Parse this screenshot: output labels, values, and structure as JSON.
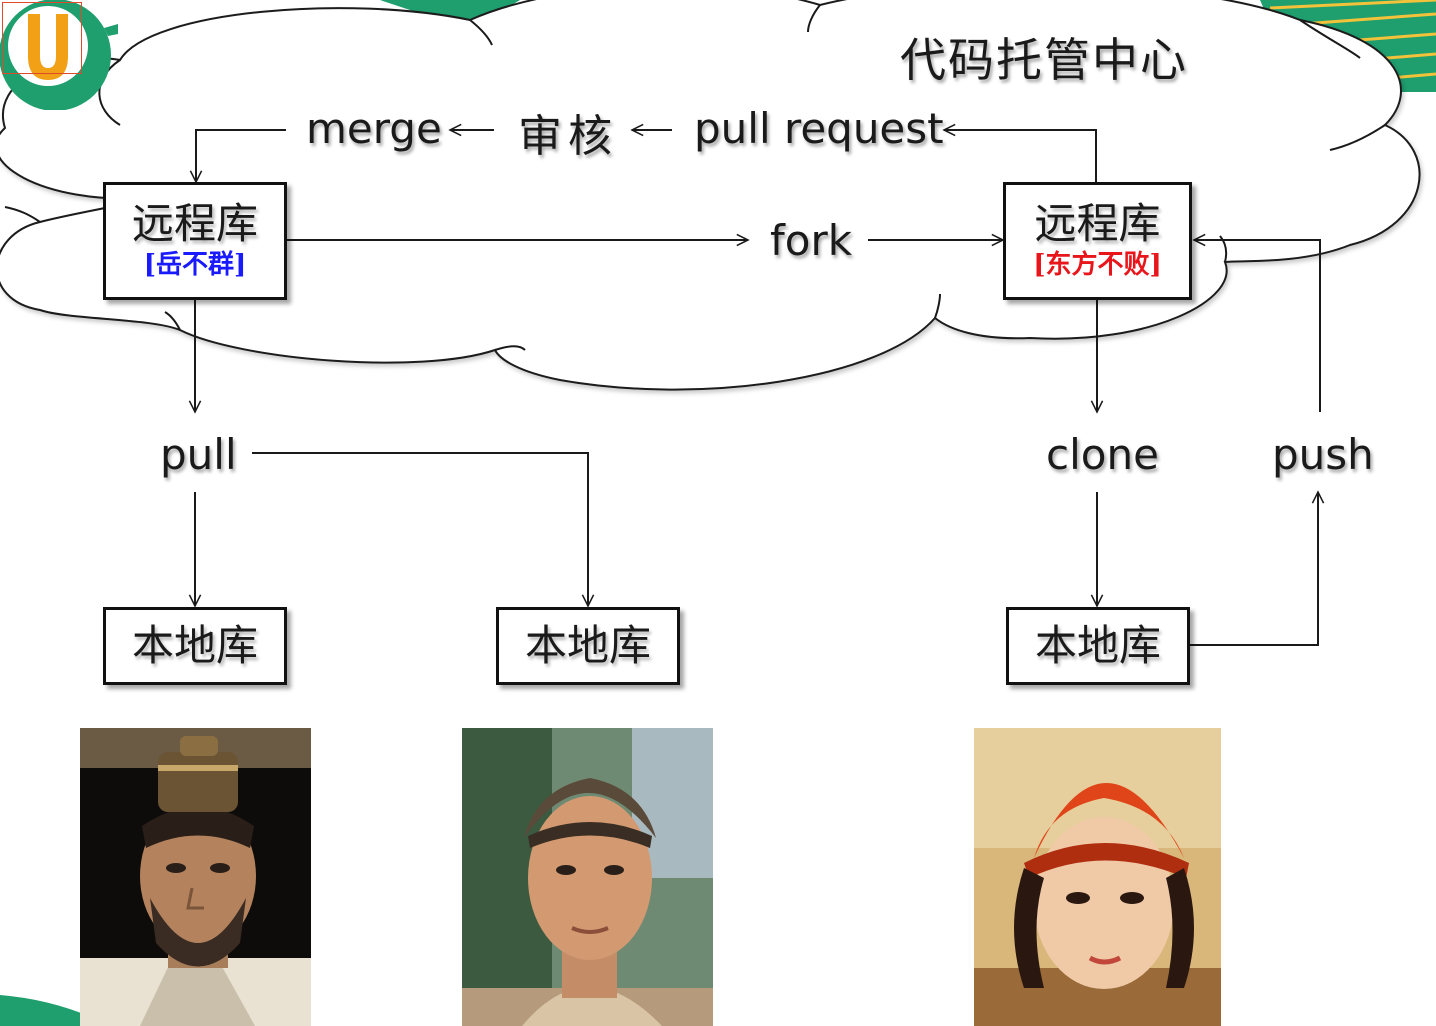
{
  "cloud": {
    "title": "代码托管中心"
  },
  "operations": {
    "merge": "merge",
    "review": "审核",
    "pull_request": "pull request",
    "fork": "fork",
    "pull": "pull",
    "clone": "clone",
    "push": "push"
  },
  "remote_repos": [
    {
      "label": "远程库",
      "owner": "[岳不群]",
      "owner_color": "#1a1aff"
    },
    {
      "label": "远程库",
      "owner": "[东方不败]",
      "owner_color": "#e8151b"
    }
  ],
  "local_repos": [
    {
      "label": "本地库"
    },
    {
      "label": "本地库"
    },
    {
      "label": "本地库"
    }
  ],
  "portraits": [
    {
      "subject": "man-with-ornate-hat-and-beard"
    },
    {
      "subject": "young-man-looking-up"
    },
    {
      "subject": "woman-in-red-hat"
    }
  ],
  "colors": {
    "logo_green": "#1f9e6e",
    "logo_orange": "#f2a016",
    "accent_blue": "#1a1aff",
    "accent_red": "#e8151b"
  },
  "icons": {
    "logo": "u-brand-logo"
  }
}
